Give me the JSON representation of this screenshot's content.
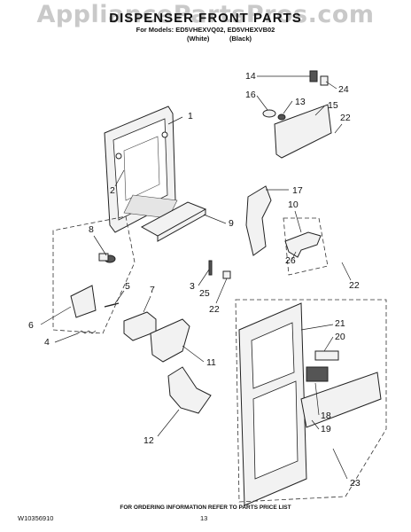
{
  "header": {
    "watermark": "AppliancePartsPros.com",
    "title": "DISPENSER FRONT PARTS",
    "models_line": "For Models: ED5VHEXVQ02, ED5VHEXVB02",
    "variant_white": "(White)",
    "variant_black": "(Black)"
  },
  "callouts": [
    "1",
    "2",
    "3",
    "4",
    "5",
    "6",
    "7",
    "8",
    "9",
    "10",
    "11",
    "12",
    "13",
    "14",
    "15",
    "16",
    "17",
    "18",
    "19",
    "20",
    "21",
    "22",
    "22",
    "22",
    "23",
    "24",
    "25",
    "26"
  ],
  "footer": {
    "note": "FOR ORDERING INFORMATION REFER TO PARTS PRICE LIST",
    "doc_number": "W10356910",
    "page_number": "13"
  }
}
